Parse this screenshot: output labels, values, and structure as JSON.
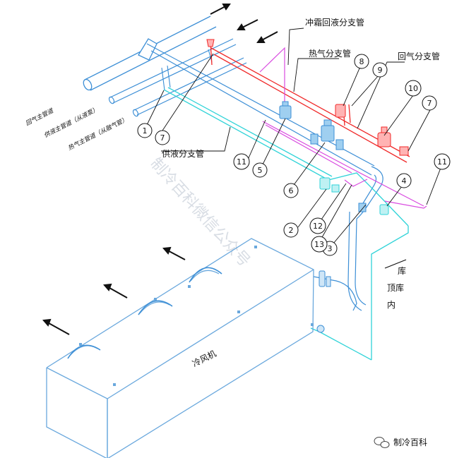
{
  "labels": {
    "defrost_return_branch": "冲霜回液分支管",
    "hot_gas_branch": "热气分支管",
    "return_gas_branch": "回气分支管",
    "supply_liquid_branch": "供液分支管",
    "return_gas_main": "回气主管道",
    "supply_liquid_main": "供液主管道（从液泵）",
    "hot_gas_main": "热气主管道（从融气管）",
    "air_cooler": "冷风机",
    "roof_top": "库",
    "roof_mid": "顶库",
    "roof_bottom": "内"
  },
  "callouts": [
    "1",
    "2",
    "3",
    "4",
    "5",
    "6",
    "7",
    "7",
    "8",
    "9",
    "10",
    "11",
    "11",
    "12",
    "13"
  ],
  "watermark": "制冷百科微信公众号",
  "badge": {
    "text": "制冷百科",
    "icon": "wechat-icon"
  },
  "colors": {
    "return_gas": "#3d8fd6",
    "supply_liquid": "#2fd3d8",
    "hot_gas": "#f02a2a",
    "defrost_return": "#d94be0",
    "cooler_outline": "#6aa8dd"
  }
}
